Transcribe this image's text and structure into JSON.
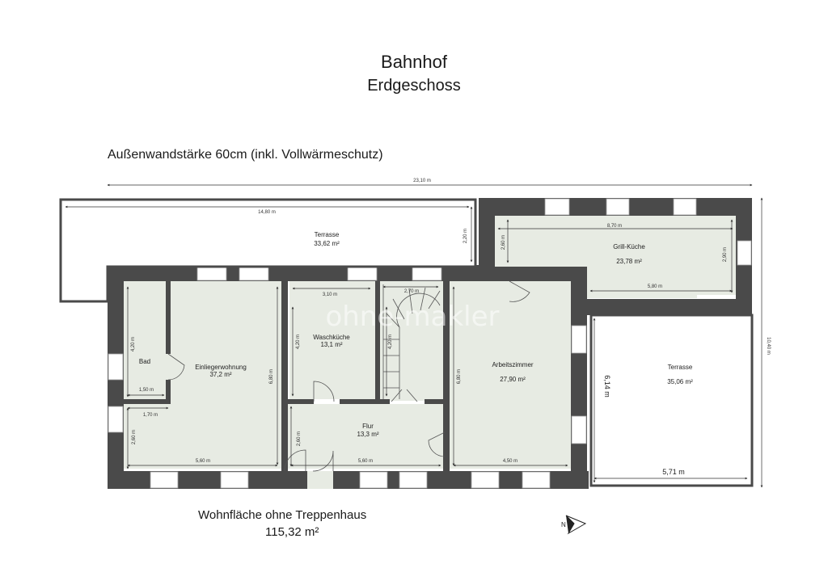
{
  "header": {
    "title": "Bahnhof",
    "subtitle": "Erdgeschoss"
  },
  "note": "Außenwandstärke 60cm (inkl. Vollwärmeschutz)",
  "rooms": {
    "terrasse_top": {
      "name": "Terrasse",
      "area": "33,62 m²"
    },
    "grill": {
      "name": "Grill-Küche",
      "area": "23,78 m²"
    },
    "bad": {
      "name": "Bad"
    },
    "einlieger": {
      "name": "Einliegerwohnung",
      "area": "37,2 m²"
    },
    "wasch": {
      "name": "Waschküche",
      "area": "13,1 m²"
    },
    "flur": {
      "name": "Flur",
      "area": "13,3 m²"
    },
    "arbeit": {
      "name": "Arbeitszimmer",
      "area": "27,90 m²"
    },
    "terrasse_right": {
      "name": "Terrasse",
      "area": "35,06 m²"
    }
  },
  "dimensions": {
    "total_width": "23,10 m",
    "total_depth": "10,40 m",
    "terrace_top_width": "14,80 m",
    "terrace_top_depth": "2,20 m",
    "grill_width": "8,70 m",
    "grill_depth_left": "2,60 m",
    "grill_depth_right": "2,90 m",
    "grill_bottom": "5,80 m",
    "wasch_width": "3,10 m",
    "wasch_depth": "4,20 m",
    "stair_width": "2,70 m",
    "stair_depth": "4,20 m",
    "bad_depth": "4,20 m",
    "bad_width": "1,50 m",
    "einlieger_depth": "6,80 m",
    "einlieger_width": "5,60 m",
    "lower_left_width": "1,70 m",
    "lower_left_depth": "2,60 m",
    "flur_depth": "2,60 m",
    "flur_width": "5,60 m",
    "arbeit_depth": "6,80 m",
    "arbeit_width": "4,50 m",
    "terrace_right_depth": "6,14 m",
    "terrace_right_width": "5,71 m"
  },
  "watermark": "ohne-makler",
  "footer": {
    "label": "Wohnfläche ohne Treppenhaus",
    "value": "115,32 m²"
  },
  "compass": {
    "letter": "N"
  }
}
